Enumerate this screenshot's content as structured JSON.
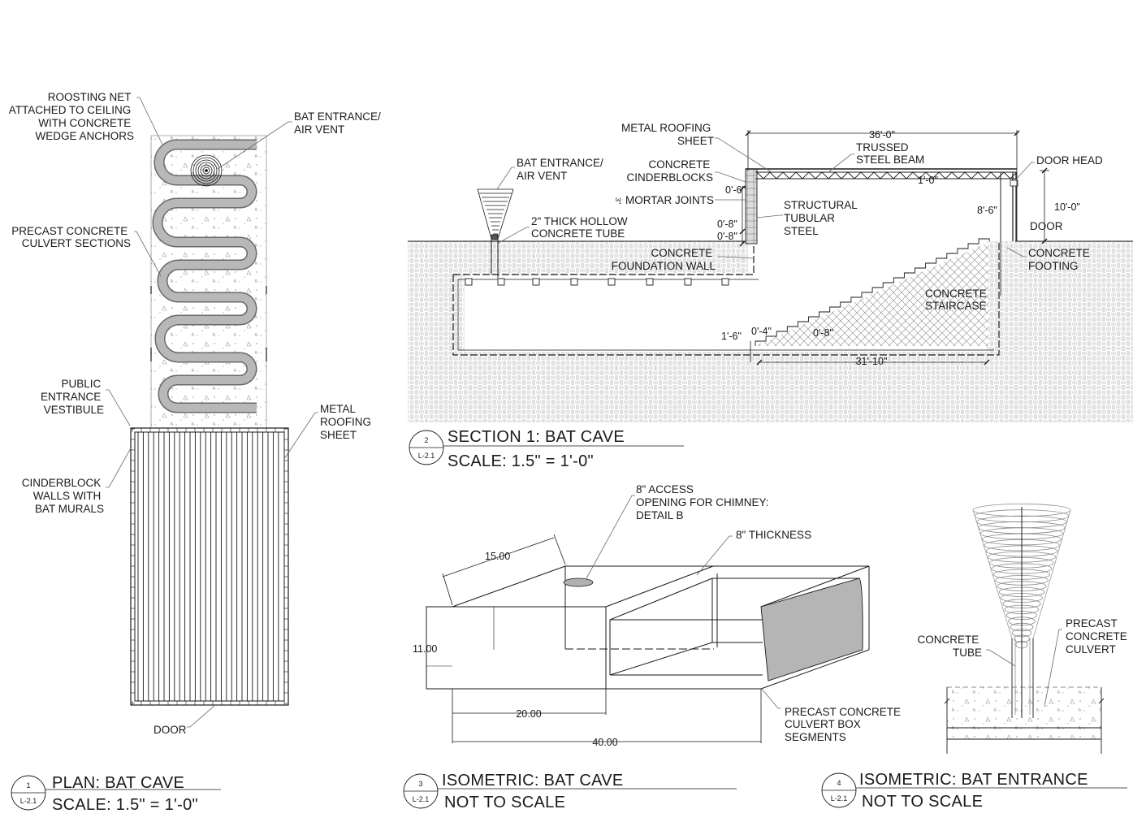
{
  "colors": {
    "ink": "#1a1a1a",
    "gray_fill": "#b0b0b0",
    "hatch": "#7a7a7a",
    "culvert_face": "#b5b5b5"
  },
  "plan": {
    "labels": {
      "roosting": [
        "ROOSTING NET",
        "ATTACHED TO CEILING",
        "WITH CONCRETE",
        "WEDGE ANCHORS"
      ],
      "bat_entrance": [
        "BAT ENTRANCE/",
        "AIR VENT"
      ],
      "culvert": [
        "PRECAST CONCRETE",
        "CULVERT SECTIONS"
      ],
      "vestibule": [
        "PUBLIC",
        "ENTRANCE",
        "VESTIBULE"
      ],
      "metal_roof": [
        "METAL",
        "ROOFING",
        "SHEET"
      ],
      "cinderblock": [
        "CINDERBLOCK",
        "WALLS WITH",
        "BAT MURALS"
      ],
      "door": "DOOR"
    },
    "title": "PLAN: BAT CAVE",
    "scale": "SCALE: 1.5\" = 1'-0\"",
    "tag_num": "1",
    "tag_sheet": "L-2.1"
  },
  "section": {
    "labels": {
      "metal_roof": [
        "METAL ROOFING",
        "SHEET"
      ],
      "cinderblocks": [
        "CONCRETE",
        "CINDERBLOCKS"
      ],
      "mortar": "MORTAR JOINTS",
      "mortar_dim": "3\"",
      "bat_entrance": [
        "BAT ENTRANCE/",
        "AIR VENT"
      ],
      "hollow_tube": [
        "2\" THICK HOLLOW",
        "CONCRETE TUBE"
      ],
      "truss": [
        "TRUSSED",
        "STEEL BEAM"
      ],
      "tubular": [
        "STRUCTURAL",
        "TUBULAR",
        "STEEL"
      ],
      "door_head": "DOOR HEAD",
      "door": "DOOR",
      "footing": [
        "CONCRETE",
        "FOOTING"
      ],
      "foundation": [
        "CONCRETE",
        "FOUNDATION WALL"
      ],
      "staircase": [
        "CONCRETE",
        "STAIRCASE"
      ]
    },
    "dims": {
      "span": "36'-0\"",
      "truss_depth": "1'-0\"",
      "roof_edge": "0'-6\"",
      "block_a": "0'-8\"",
      "block_b": "0'-8\"",
      "door_height": "8'-6\"",
      "overall_height": "10'-0\"",
      "step_height": "1'-6\"",
      "step_a": "0'-4\"",
      "step_b": "0'-8\"",
      "floor_length": "31'-10\""
    },
    "title": "SECTION 1: BAT CAVE",
    "scale": "SCALE: 1.5\" = 1'-0\"",
    "tag_num": "2",
    "tag_sheet": "L-2.1"
  },
  "iso_cave": {
    "labels": {
      "access": [
        "8\" ACCESS",
        "OPENING FOR CHIMNEY:",
        "DETAIL B"
      ],
      "thickness": "8\" THICKNESS",
      "segments": [
        "PRECAST CONCRETE",
        "CULVERT BOX",
        "SEGMENTS"
      ]
    },
    "dims": {
      "depth": "15.00",
      "height": "11.00",
      "width": "20.00",
      "length": "40.00"
    },
    "title": "ISOMETRIC: BAT CAVE",
    "scale": "NOT TO SCALE",
    "tag_num": "3",
    "tag_sheet": "L-2.1"
  },
  "iso_entrance": {
    "labels": {
      "tube": [
        "CONCRETE",
        "TUBE"
      ],
      "culvert": [
        "PRECAST",
        "CONCRETE",
        "CULVERT"
      ]
    },
    "title": "ISOMETRIC: BAT ENTRANCE",
    "scale": "NOT TO SCALE",
    "tag_num": "4",
    "tag_sheet": "L-2.1"
  }
}
